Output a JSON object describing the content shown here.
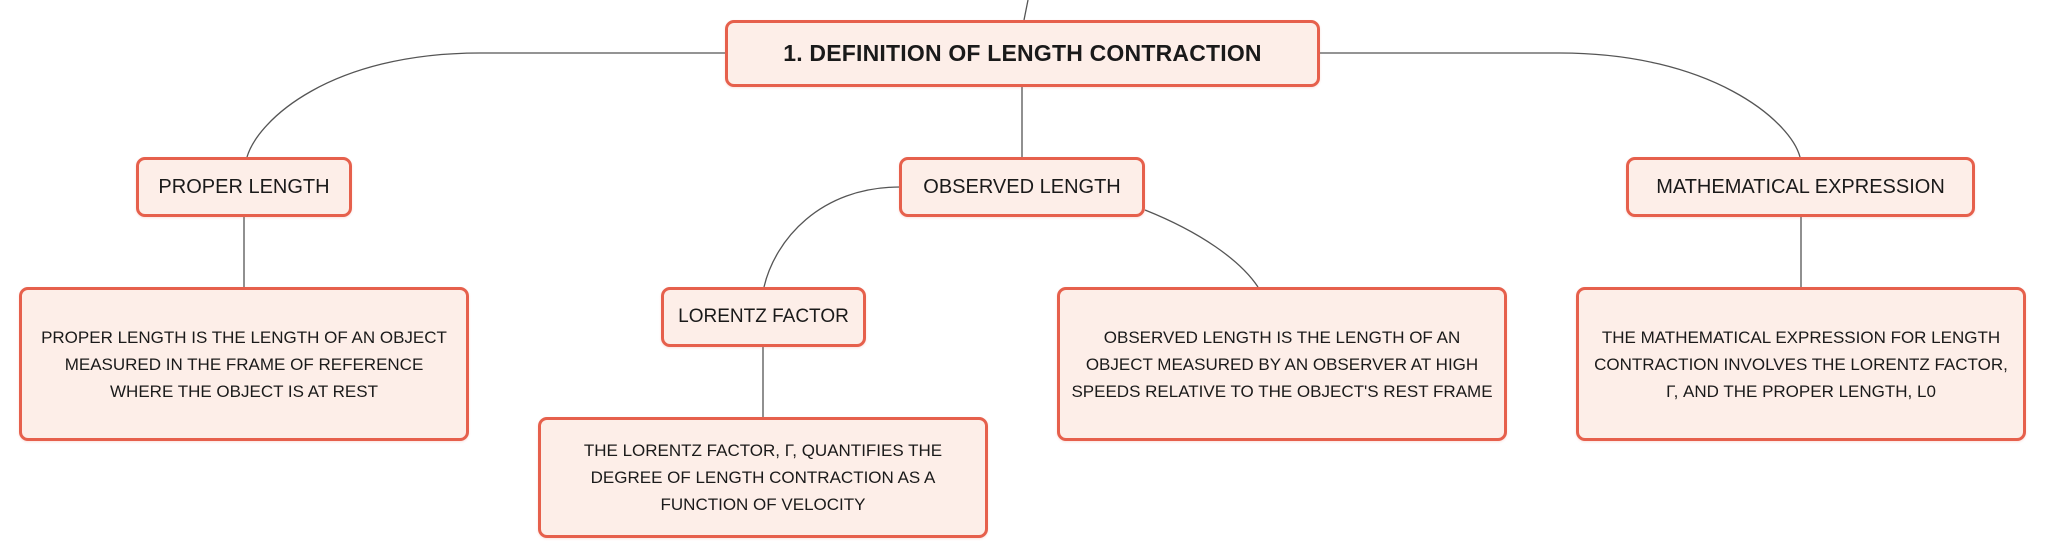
{
  "diagram": {
    "root": "1. DEFINITION OF LENGTH CONTRACTION",
    "proper_length": "PROPER LENGTH",
    "proper_length_desc": "PROPER LENGTH IS THE LENGTH OF AN OBJECT MEASURED IN THE FRAME OF REFERENCE WHERE THE OBJECT IS AT REST",
    "observed_length": "OBSERVED LENGTH",
    "lorentz_factor": "LORENTZ FACTOR",
    "lorentz_factor_desc": "THE LORENTZ FACTOR, Γ, QUANTIFIES THE DEGREE OF LENGTH CONTRACTION AS A FUNCTION OF VELOCITY",
    "observed_length_desc": "OBSERVED LENGTH IS THE LENGTH OF AN OBJECT MEASURED BY AN OBSERVER AT HIGH SPEEDS RELATIVE TO THE OBJECT'S REST FRAME",
    "math_expression": "MATHEMATICAL EXPRESSION",
    "math_expression_desc": "THE MATHEMATICAL EXPRESSION FOR LENGTH CONTRACTION INVOLVES THE LORENTZ FACTOR, Γ, AND THE PROPER LENGTH, L0"
  },
  "colors": {
    "node_border": "#e6604c",
    "node_fill": "#fdeee8",
    "connector": "#555555"
  }
}
